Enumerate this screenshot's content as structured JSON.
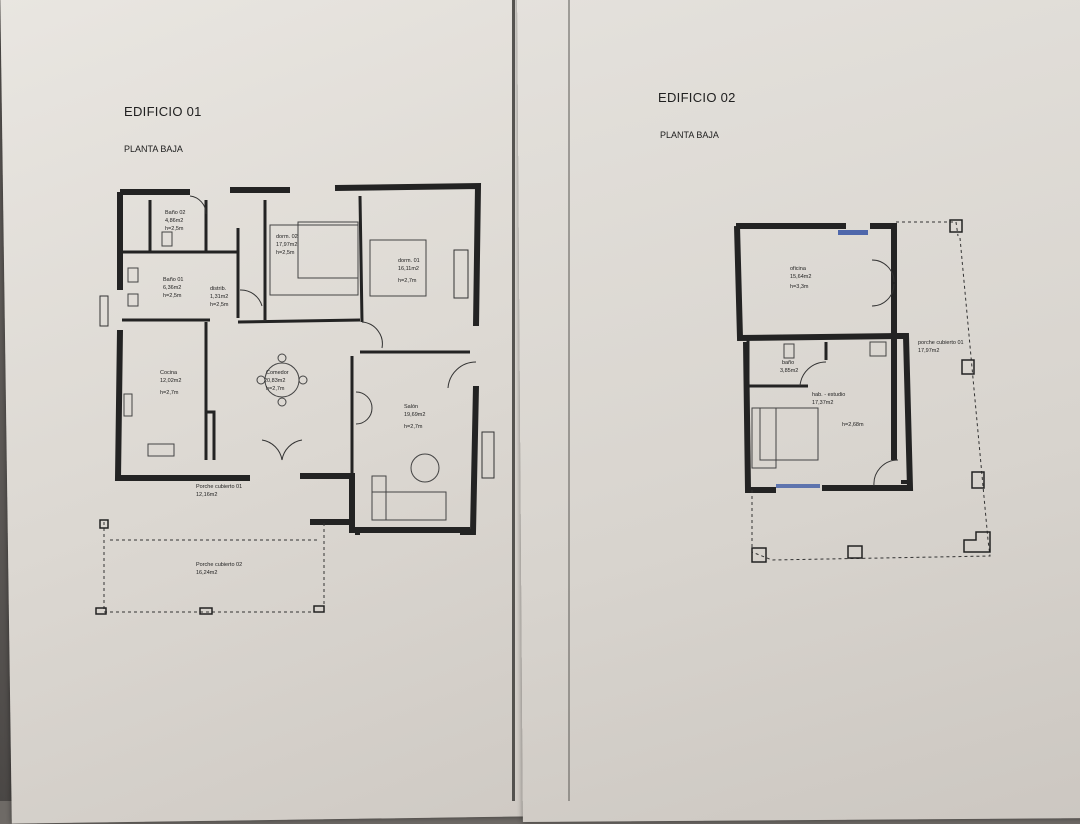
{
  "building1": {
    "title": "EDIFICIO 01",
    "subtitle": "PLANTA BAJA",
    "rooms": [
      {
        "name": "Baño 02",
        "area": "4,86m2",
        "height": "h=2,5m"
      },
      {
        "name": "dorm. 02",
        "area": "17,97m2",
        "height": "h=2,5m"
      },
      {
        "name": "Baño 01",
        "area": "6,36m2",
        "height": "h=2,5m"
      },
      {
        "name": "distrib.",
        "area": "1,31m2",
        "height": "h=2,5m"
      },
      {
        "name": "dorm. 01",
        "area": "16,11m2",
        "height": "h=2,7m"
      },
      {
        "name": "Cocina",
        "area": "12,02m2",
        "height": "h=2,7m"
      },
      {
        "name": "Comedor",
        "area": "20,83m2",
        "height": "h=2,7m"
      },
      {
        "name": "Salón",
        "area": "19,69m2",
        "height": "h=2,7m"
      },
      {
        "name": "Porche cubierto 01",
        "area": "12,16m2",
        "height": ""
      },
      {
        "name": "Porche cubierto 02",
        "area": "16,24m2",
        "height": ""
      }
    ]
  },
  "building2": {
    "title": "EDIFICIO 02",
    "subtitle": "PLANTA BAJA",
    "rooms": [
      {
        "name": "oficina",
        "area": "15,64m2",
        "height": "h=3,3m"
      },
      {
        "name": "porche cubierto 01",
        "area": "17,97m2",
        "height": ""
      },
      {
        "name": "baño",
        "area": "3,85m2",
        "height": ""
      },
      {
        "name": "hab. - estudio",
        "area": "17,37m2",
        "height": "h=2,68m"
      }
    ]
  }
}
